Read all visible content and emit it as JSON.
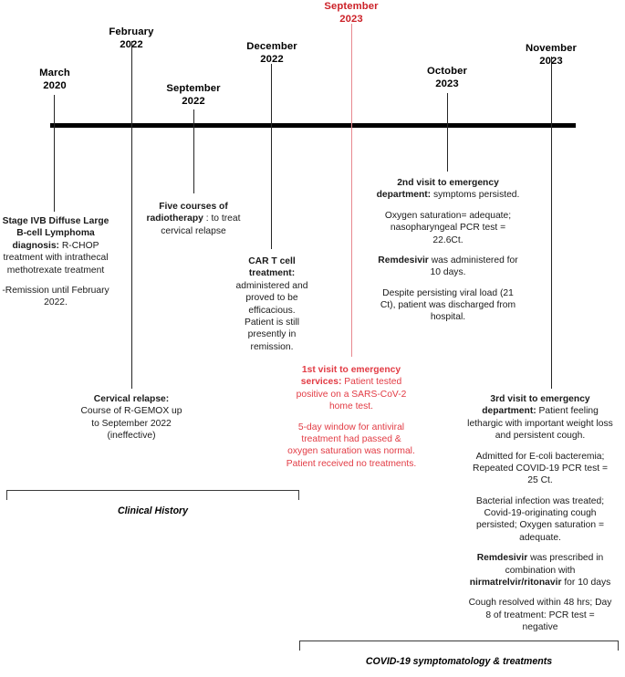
{
  "figure": {
    "type": "clinical-timeline",
    "accent_red": "#cc2229",
    "line_color": "#262626"
  },
  "milestones": [
    {
      "id": "march-2020",
      "month": "March",
      "year": "2020",
      "color": "black"
    },
    {
      "id": "february-2022",
      "month": "February",
      "year": "2022",
      "color": "black"
    },
    {
      "id": "september-2022",
      "month": "September",
      "year": "2022",
      "color": "black"
    },
    {
      "id": "december-2022",
      "month": "December",
      "year": "2022",
      "color": "black"
    },
    {
      "id": "september-2023",
      "month": "September",
      "year": "2023",
      "color": "red"
    },
    {
      "id": "october-2023",
      "month": "October",
      "year": "2023",
      "color": "black"
    },
    {
      "id": "november-2023",
      "month": "November",
      "year": "2023",
      "color": "black"
    }
  ],
  "events": {
    "diagnosis": {
      "title": "Stage IVB Diffuse Large B-cell Lymphoma diagnosis:",
      "body": " R-CHOP treatment with intrathecal methotrexate treatment",
      "note": "-Remission until February 2022."
    },
    "radiotherapy": {
      "title": "Five courses of radiotherapy",
      "body": " : to treat cervical relapse"
    },
    "car_t": {
      "title": "CAR T cell treatment:",
      "body": " administered and proved to be efficacious. Patient is still presently in remission."
    },
    "cervical_relapse": {
      "title": "Cervical relapse:",
      "body": " Course of R-GEMOX up to September 2022 (ineffective)"
    },
    "visit1": {
      "title": "1st visit to emergency services:",
      "body": " Patient tested positive on a SARS-CoV-2 home test.",
      "para2": "5-day window for antiviral treatment had passed & oxygen saturation was normal. Patient received no treatments."
    },
    "visit2": {
      "title": "2nd visit to emergency department:",
      "body": " symptoms persisted.",
      "para2": "Oxygen saturation= adequate; nasopharyngeal PCR test = 22.6Ct.",
      "para3_drug": "Remdesivir",
      "para3_rest": " was administered for 10 days.",
      "para4": "Despite persisting viral load (21 Ct), patient was discharged from hospital."
    },
    "visit3": {
      "title": "3rd visit to emergency department:",
      "body": " Patient feeling lethargic with important weight loss and persistent cough.",
      "para2": "Admitted for E-coli bacteremia; Repeated COVID-19 PCR test = 25 Ct.",
      "para3": "Bacterial infection was treated; Covid-19-originating cough persisted; Oxygen saturation = adequate.",
      "para4_drug1": "Remdesivir",
      "para4_mid": " was prescribed in combination with ",
      "para4_drug2": "nirmatrelvir/ritonavir",
      "para4_end": " for 10 days",
      "para5": "Cough resolved within 48 hrs; Day 8 of treatment: PCR test = negative"
    }
  },
  "phases": [
    {
      "id": "clinical-history",
      "label": "Clinical History"
    },
    {
      "id": "covid-phase",
      "label": "COVID-19 symptomatology & treatments"
    }
  ]
}
